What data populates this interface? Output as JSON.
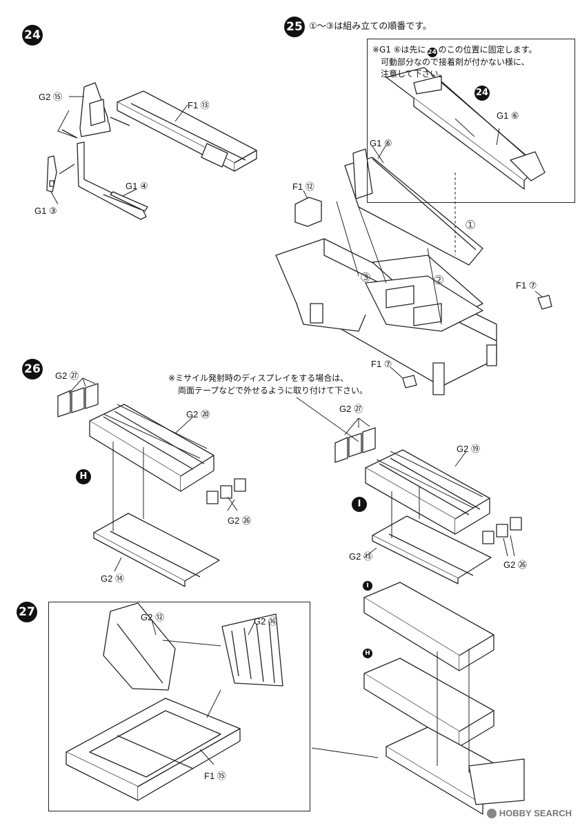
{
  "steps": {
    "s24": {
      "num": "24"
    },
    "s25": {
      "num": "25",
      "caption": "①～③は組み立ての順番です。"
    },
    "s26": {
      "num": "26"
    },
    "s27": {
      "num": "27"
    }
  },
  "step24": {
    "labels": [
      "G2 ⑮",
      "F1 ⑬",
      "G1 ④",
      "G1 ③"
    ]
  },
  "step25": {
    "note": [
      "※G1 ⑥は先に",
      "のこの位置に固定します。",
      "可動部分なので接着剤が付かない様に、",
      "注意して下さい。"
    ],
    "note_ref": "24",
    "inset_labels": [
      "G1 ⑥"
    ],
    "labels": [
      "G1 ⑥",
      "F1 ⑫",
      "F1 ⑦",
      "F1 ⑦"
    ],
    "order": [
      "①",
      "②",
      "③"
    ]
  },
  "step26": {
    "note": [
      "※ミサイル発射時のディスプレイをする場合は、",
      "両面テープなどで外せるように取り付けて下さい。"
    ],
    "left_labels": [
      "G2 ㉗",
      "G2 ⑳",
      "G2 ㉖",
      "G2 ⑭"
    ],
    "left_letter": "H",
    "right_labels": [
      "G2 ㉗",
      "G2 ⑲",
      "G2 ⑬",
      "G2 ㉖"
    ],
    "right_letter": "I"
  },
  "step27": {
    "labels": [
      "G2 ⑫",
      "G2 ⑯",
      "F1 ⑮"
    ],
    "letters": [
      "I",
      "H"
    ]
  },
  "watermark": {
    "text": "HOBBY SEARCH"
  }
}
